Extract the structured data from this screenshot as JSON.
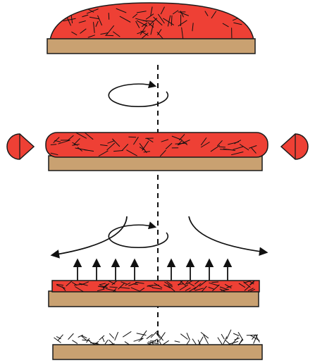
{
  "colors": {
    "droplet": "#ee4035",
    "substrate": "#c9a171",
    "outline": "#1a1a1a",
    "fibers": "#111111",
    "background": "#ffffff"
  },
  "diagram": {
    "stages": [
      {
        "name": "droplet-deposition",
        "fiber_count": 60
      },
      {
        "name": "spin-spreading",
        "rotation": true,
        "side_droplets": 2,
        "fiber_count": 55
      },
      {
        "name": "spin-thinning-evaporation",
        "rotation": true,
        "outflow_arrows": 2,
        "upward_arrows": 8,
        "fiber_count": 70
      },
      {
        "name": "dried-fiber-network",
        "fiber_count": 65
      }
    ],
    "spin_axis": "dashed-vertical",
    "icons": {
      "rotation": "rotation-arrow-icon",
      "outflow": "curved-arrow-icon",
      "evaporation": "up-arrow-icon"
    }
  }
}
